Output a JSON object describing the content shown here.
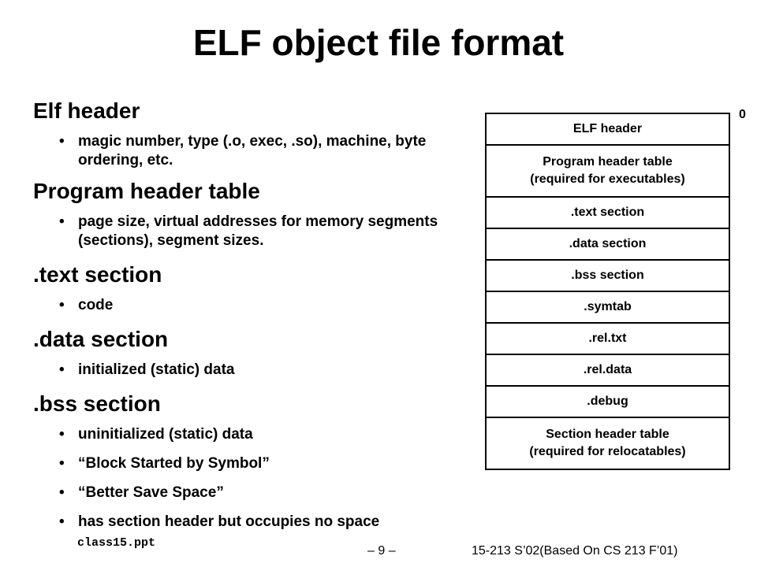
{
  "slide": {
    "title": "ELF object file format"
  },
  "sections": [
    {
      "heading": "Elf header",
      "bullets": [
        "magic number, type (.o, exec, .so), machine, byte ordering, etc."
      ]
    },
    {
      "heading": "Program header table",
      "bullets": [
        "page size, virtual addresses for memory segments (sections), segment sizes."
      ]
    },
    {
      "heading": ".text section",
      "bullets": [
        "code"
      ]
    },
    {
      "heading": ".data section",
      "bullets": [
        "initialized (static) data"
      ]
    },
    {
      "heading": ".bss section",
      "bullets": [
        "uninitialized (static) data",
        "“Block Started by Symbol”",
        "“Better Save Space”",
        "has section header but occupies no space"
      ]
    }
  ],
  "diagram": {
    "offset_label": "0",
    "rows": [
      "ELF header",
      "Program header table\n(required for executables)",
      ".text section",
      ".data section",
      ".bss section",
      ".symtab",
      ".rel.txt",
      ".rel.data",
      ".debug",
      "Section header table\n(required for relocatables)"
    ]
  },
  "footer": {
    "filename": "class15.ppt",
    "page": "– 9 –",
    "course": "15-213 S’02(Based On CS 213 F’01)"
  }
}
